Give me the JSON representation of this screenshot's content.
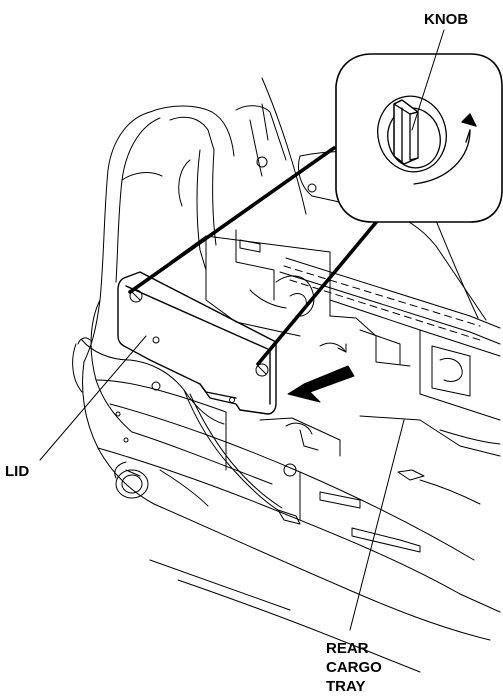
{
  "labels": {
    "knob": "KNOB",
    "lid": "LID",
    "tray": [
      "REAR",
      "CARGO",
      "TRAY"
    ]
  },
  "colors": {
    "ink": "#000000",
    "paper": "#ffffff"
  },
  "icons": {
    "arrow": "removal-direction-arrow",
    "rotation": "rotation-arrow"
  }
}
